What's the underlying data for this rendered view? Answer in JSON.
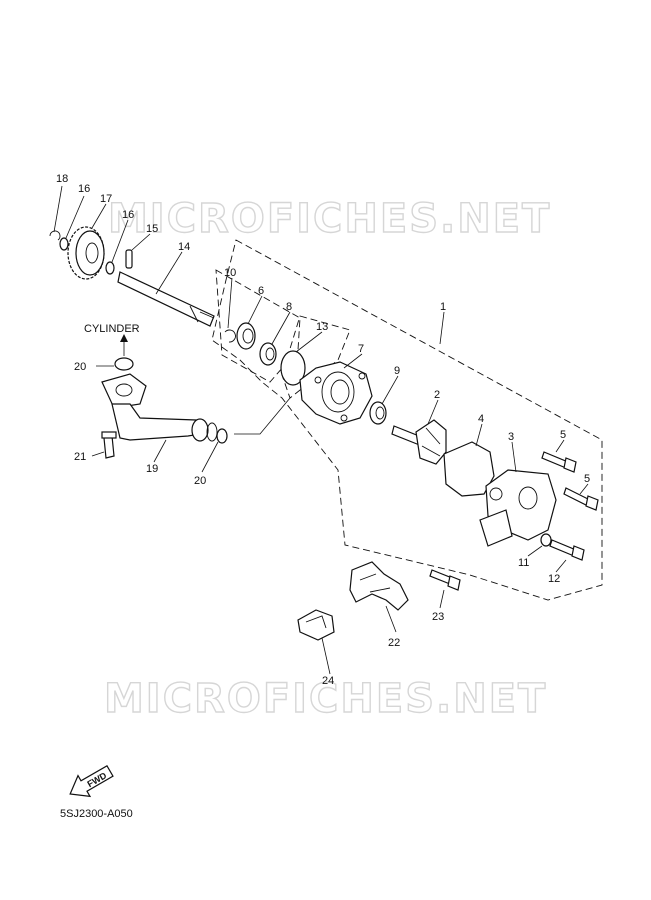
{
  "watermarks": [
    "MICROFICHES.NET",
    "MICROFICHES.NET"
  ],
  "callouts": {
    "c1": "1",
    "c2": "2",
    "c3": "3",
    "c4": "4",
    "c5a": "5",
    "c5b": "5",
    "c6": "6",
    "c7": "7",
    "c8": "8",
    "c9": "9",
    "c10": "10",
    "c11": "11",
    "c12": "12",
    "c13": "13",
    "c14": "14",
    "c15": "15",
    "c16a": "16",
    "c16b": "16",
    "c17": "17",
    "c18": "18",
    "c19": "19",
    "c20a": "20",
    "c20b": "20",
    "c21": "21",
    "c22": "22",
    "c23": "23",
    "c24": "24"
  },
  "cylinder_label": "CYLINDER",
  "fwd_label": "FWD",
  "diagram_code": "5SJ2300-A050"
}
